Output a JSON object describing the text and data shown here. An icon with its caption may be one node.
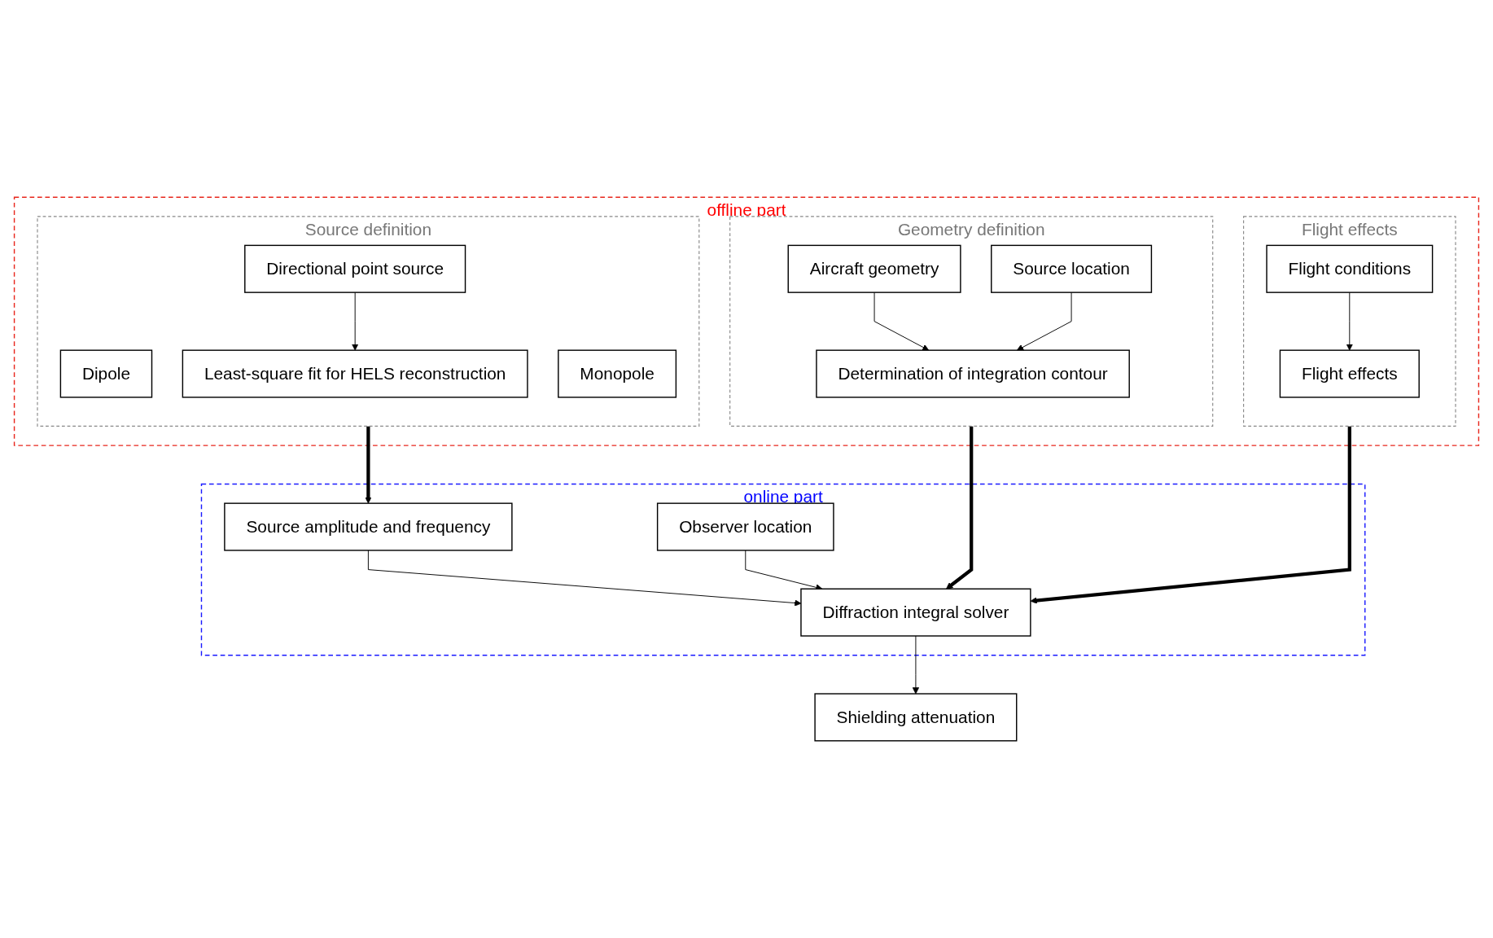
{
  "diagram": {
    "nodes": [
      {
        "text": [
          "offline part"
        ]
      },
      {
        "text": [
          "Source definition"
        ],
        "in": 0
      },
      {
        "text": [
          "Dipole"
        ],
        "in": 1
      },
      {
        "text": [
          "Directional point source"
        ],
        "in": 1
      },
      {
        "text": [
          "Monopole"
        ],
        "in": 1
      },
      {
        "text": [
          "Least-square fit for HELS reconstruction"
        ],
        "in": 1
      },
      {
        "text": [
          "Geometry definition"
        ],
        "in": 0
      },
      {
        "text": [
          "Determination of integration contour"
        ],
        "in": 6
      },
      {
        "text": [
          "Aircraft geometry"
        ],
        "in": 6
      },
      {
        "text": [
          "Source location"
        ],
        "in": 6
      },
      {
        "text": [
          "Flight effects"
        ],
        "in": 0
      },
      {
        "text": [
          "Flight conditions"
        ],
        "in": 10
      },
      {
        "text": [
          "Flight effects"
        ],
        "in": 10
      },
      {
        "text": [
          "online part"
        ]
      },
      {
        "text": [
          "Source amplitude and frequency"
        ],
        "in": 13
      },
      {
        "text": [
          "Observer location"
        ],
        "in": 13
      },
      {
        "text": [
          "Diffraction integral solver"
        ],
        "in": 13
      },
      {
        "text": [
          "Shielding attenuation"
        ]
      }
    ],
    "edges": [
      {
        "from": 3,
        "to": 5,
        "arrow": "to"
      },
      {
        "from": 8,
        "to": 7,
        "arrow": "to"
      },
      {
        "from": 9,
        "to": 7,
        "arrow": "to"
      },
      {
        "from": 11,
        "to": 12,
        "arrow": "to"
      },
      {
        "from": 1,
        "to": 14,
        "arrow": "to",
        "style": "thick"
      },
      {
        "from": 6,
        "to": 16,
        "arrow": "to",
        "style": "thick"
      },
      {
        "from": 10,
        "to": 16,
        "arrow": "to",
        "style": "thick"
      },
      {
        "from": 14,
        "to": 16,
        "arrow": "to"
      },
      {
        "from": 15,
        "to": 16,
        "arrow": "to"
      },
      {
        "from": 16,
        "to": 17,
        "arrow": "to"
      }
    ]
  }
}
